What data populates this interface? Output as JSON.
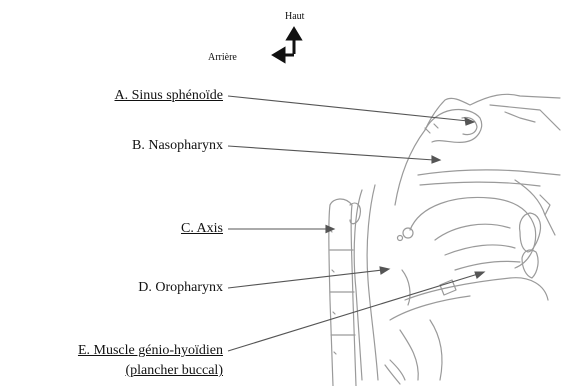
{
  "orientation": {
    "up_label": "Haut",
    "back_label": "Arrière"
  },
  "labels": [
    {
      "id": "a",
      "text": "A. Sinus sphénoïde",
      "underlined": true
    },
    {
      "id": "b",
      "text": "B. Nasopharynx",
      "underlined": false
    },
    {
      "id": "c",
      "text": "C. Axis",
      "underlined": true
    },
    {
      "id": "d",
      "text": "D. Oropharynx",
      "underlined": false
    },
    {
      "id": "e",
      "text": "E. Muscle génio-hyoïdien",
      "underlined": true
    },
    {
      "id": "e2",
      "text": "(plancher buccal)",
      "underlined": true
    }
  ],
  "colors": {
    "line": "#555555",
    "sketch": "#9a9a9a",
    "arrow": "#111111"
  }
}
